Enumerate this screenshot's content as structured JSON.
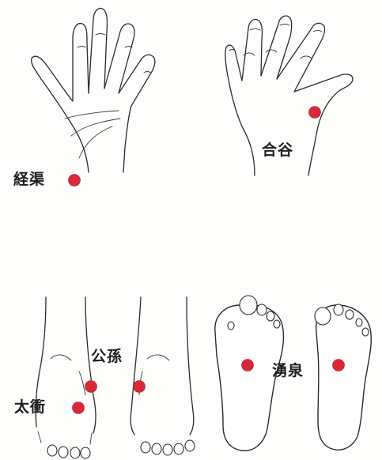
{
  "points": {
    "keikyo": {
      "label": "経渠"
    },
    "goukoku": {
      "label": "合谷"
    },
    "koson": {
      "label": "公孫"
    },
    "taisho": {
      "label": "太衝"
    },
    "yusen": {
      "label": "湧泉"
    }
  },
  "colors": {
    "point": "#d8283a",
    "line": "#2b2b2b",
    "background": "#fdfdfb"
  }
}
